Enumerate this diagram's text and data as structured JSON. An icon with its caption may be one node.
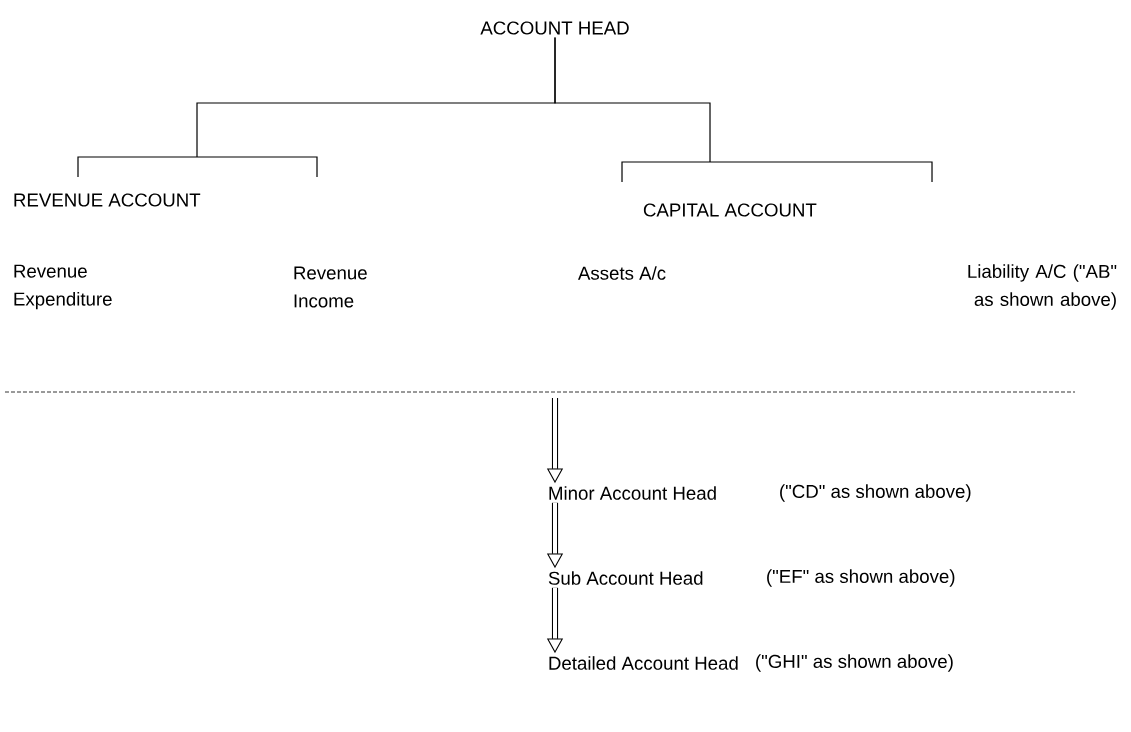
{
  "diagram": {
    "nodes": [
      {
        "text": [
          "ACCOUNT HEAD"
        ]
      },
      {
        "text": [
          "REVENUE ACCOUNT"
        ]
      },
      {
        "text": [
          "CAPITAL ACCOUNT"
        ]
      },
      {
        "text": [
          "Revenue Expenditure"
        ]
      },
      {
        "text": [
          "Revenue Income"
        ]
      },
      {
        "text": [
          "Assets A/c"
        ]
      },
      {
        "text": [
          "Liability A/C (\"AB\" as shown above)"
        ]
      },
      {
        "text": [
          "Minor Account Head"
        ],
        "beside": [
          "(\"CD\" as shown above)"
        ]
      },
      {
        "text": [
          "Sub Account Head"
        ],
        "beside": [
          "(\"EF\" as shown above)"
        ]
      },
      {
        "text": [
          "Detailed Account Head"
        ],
        "beside": [
          "(\"GHI\" as shown above)"
        ]
      }
    ],
    "edges": [
      {
        "from": 0,
        "to": 1,
        "arrow": "none"
      },
      {
        "from": 0,
        "to": 2,
        "arrow": "none"
      },
      {
        "from": null,
        "to": 7,
        "arrow": "to"
      },
      {
        "from": 7,
        "to": 8,
        "arrow": "to"
      },
      {
        "from": 8,
        "to": 9,
        "arrow": "to"
      }
    ]
  }
}
